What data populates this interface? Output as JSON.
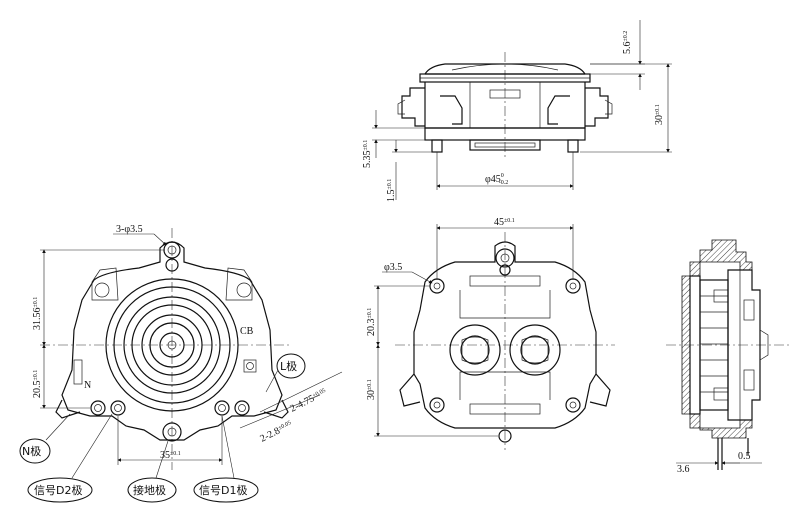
{
  "top_view": {
    "dim_height_top": "5.6",
    "dim_height_top_tol": "±0.2",
    "dim_height_total": "30",
    "dim_height_total_tol": "±0.1",
    "dim_base": "5.35",
    "dim_base_tol": "±0.1",
    "dim_foot": "1.5",
    "dim_foot_tol": "±0.1",
    "dim_diameter": "φ45",
    "dim_diameter_tol_upper": "0",
    "dim_diameter_tol_lower": "-0.2"
  },
  "front_view": {
    "dim_holes": "3-φ3.5",
    "dim_31": "31.56",
    "dim_31_tol": "±0.1",
    "dim_20": "20.5",
    "dim_20_tol": "±0.1",
    "dim_35": "35",
    "dim_35_tol": "±0.1",
    "dim_terminal_1": "2-4.75",
    "dim_terminal_1_tol": "±0.05",
    "dim_terminal_2": "2-2.8",
    "dim_terminal_2_tol": "±0.05",
    "mark_cb": "CB",
    "mark_n": "N",
    "label_l": "L极",
    "label_n": "N极",
    "label_d2": "信号D2极",
    "label_ground": "接地极",
    "label_d1": "信号D1极"
  },
  "bottom_view": {
    "dim_width": "45",
    "dim_width_tol": "±0.1",
    "dim_hole": "φ3.5",
    "dim_20": "20.3",
    "dim_20_tol": "±0.1",
    "dim_30": "30",
    "dim_30_tol": "±0.1"
  },
  "side_view": {
    "dim_left": "3.6",
    "dim_right": "0.5"
  }
}
